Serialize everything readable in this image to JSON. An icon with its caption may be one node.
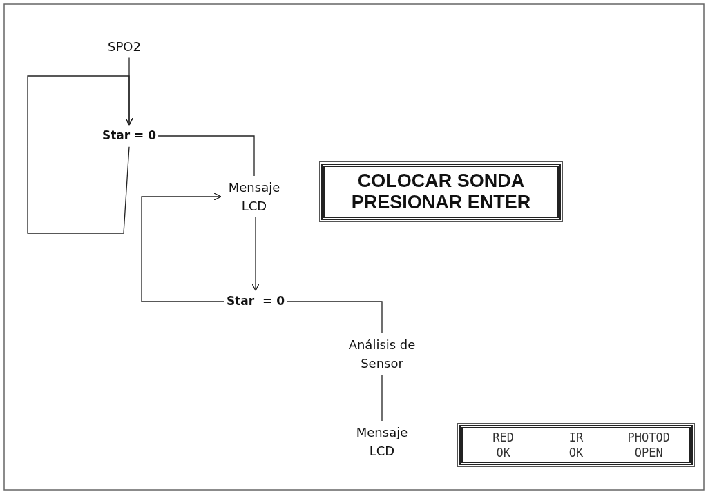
{
  "diagram": {
    "nodes": [
      {
        "text": [
          "SPO2"
        ]
      },
      {
        "text": [
          "Star = 0"
        ]
      },
      {
        "text": [
          "Mensaje LCD"
        ]
      },
      {
        "text": [
          "COLOCAR SONDA PRESIONAR ENTER"
        ]
      },
      {
        "text": [
          "Star  = 0"
        ]
      },
      {
        "text": [
          "Análisis de Sensor"
        ]
      },
      {
        "text": [
          "Mensaje LCD"
        ]
      },
      {
        "text": [
          "RED",
          "IR",
          "PHOTOD",
          "OK",
          "OK",
          "OPEN"
        ]
      }
    ],
    "edges": [
      {
        "from": 0,
        "to": 1,
        "arrow": "to"
      },
      {
        "from": 1,
        "to": 1,
        "arrow": "to"
      },
      {
        "from": 1,
        "to": 2,
        "arrow": "none"
      },
      {
        "from": 2,
        "to": 4,
        "arrow": "to"
      },
      {
        "from": 4,
        "to": 2,
        "arrow": "to"
      },
      {
        "from": 4,
        "to": 5,
        "arrow": "none"
      },
      {
        "from": 5,
        "to": 6,
        "arrow": "none"
      }
    ]
  }
}
